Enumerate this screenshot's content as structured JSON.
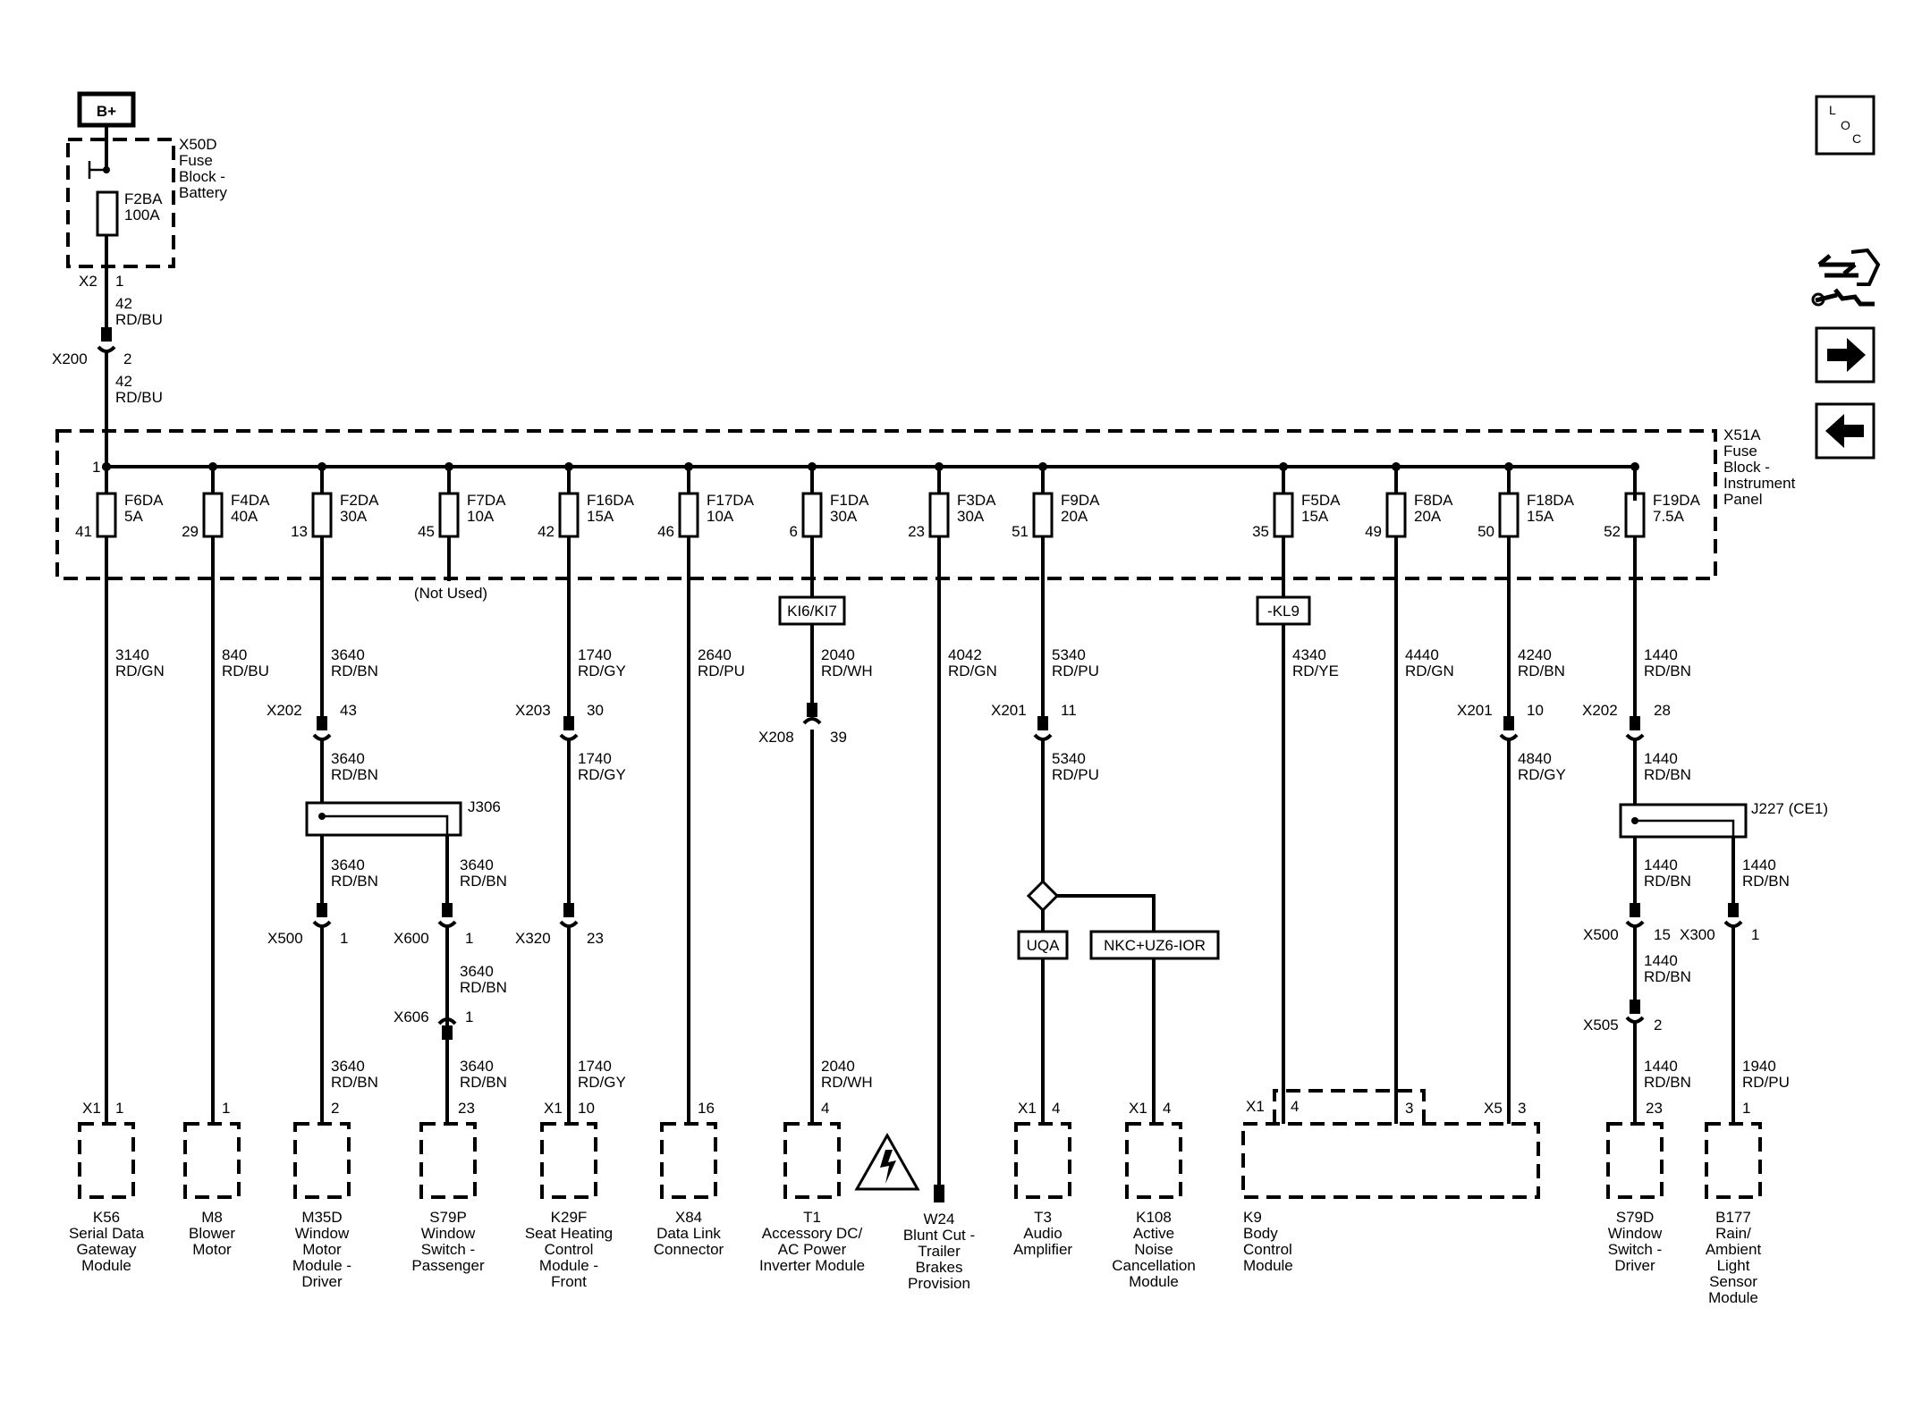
{
  "battery": {
    "label": "B+"
  },
  "fuse_block_battery": {
    "lines": [
      "X50D",
      "Fuse",
      "Block -",
      "Battery"
    ],
    "fuse_id": "F2BA",
    "fuse_rating": "100A"
  },
  "feed": {
    "x2_conn": "X2",
    "x2_pin": "1",
    "wire1_gauge": "42",
    "wire1_color": "RD/BU",
    "x200_conn": "X200",
    "x200_pin": "2",
    "wire2_gauge": "42",
    "wire2_color": "RD/BU"
  },
  "fuse_block_ip": {
    "lines": [
      "X51A",
      "Fuse",
      "Block -",
      "Instrument",
      "Panel"
    ],
    "bus_pin": "1"
  },
  "fuses": [
    {
      "id": "F6DA",
      "rating": "5A",
      "pin": "41"
    },
    {
      "id": "F4DA",
      "rating": "40A",
      "pin": "29"
    },
    {
      "id": "F2DA",
      "rating": "30A",
      "pin": "13"
    },
    {
      "id": "F7DA",
      "rating": "10A",
      "pin": "45"
    },
    {
      "id": "F16DA",
      "rating": "15A",
      "pin": "42"
    },
    {
      "id": "F17DA",
      "rating": "10A",
      "pin": "46"
    },
    {
      "id": "F1DA",
      "rating": "30A",
      "pin": "6"
    },
    {
      "id": "F3DA",
      "rating": "30A",
      "pin": "23"
    },
    {
      "id": "F9DA",
      "rating": "20A",
      "pin": "51"
    },
    {
      "id": "F5DA",
      "rating": "15A",
      "pin": "35"
    },
    {
      "id": "F8DA",
      "rating": "20A",
      "pin": "49"
    },
    {
      "id": "F18DA",
      "rating": "15A",
      "pin": "50"
    },
    {
      "id": "F19DA",
      "rating": "7.5A",
      "pin": "52"
    }
  ],
  "not_used": "(Not Used)",
  "options": {
    "ki": "KI6/KI7",
    "kl9": "-KL9",
    "uqa": "UQA",
    "nkc": "NKC+UZ6-IOR"
  },
  "wires": {
    "w3140": [
      "3140",
      "RD/GN"
    ],
    "w840": [
      "840",
      "RD/BU"
    ],
    "w3640a": [
      "3640",
      "RD/BN"
    ],
    "w3640b": [
      "3640",
      "RD/BN"
    ],
    "w3640c": [
      "3640",
      "RD/BN"
    ],
    "w3640d": [
      "3640",
      "RD/BN"
    ],
    "w3640e": [
      "3640",
      "RD/BN"
    ],
    "w3640f": [
      "3640",
      "RD/BN"
    ],
    "w3640g": [
      "3640",
      "RD/BN"
    ],
    "w1740a": [
      "1740",
      "RD/GY"
    ],
    "w1740b": [
      "1740",
      "RD/GY"
    ],
    "w1740c": [
      "1740",
      "RD/GY"
    ],
    "w2640": [
      "2640",
      "RD/PU"
    ],
    "w2040a": [
      "2040",
      "RD/WH"
    ],
    "w2040b": [
      "2040",
      "RD/WH"
    ],
    "w4042": [
      "4042",
      "RD/GN"
    ],
    "w5340a": [
      "5340",
      "RD/PU"
    ],
    "w5340b": [
      "5340",
      "RD/PU"
    ],
    "w4340": [
      "4340",
      "RD/YE"
    ],
    "w4440": [
      "4440",
      "RD/GN"
    ],
    "w4240": [
      "4240",
      "RD/BN"
    ],
    "w4840": [
      "4840",
      "RD/GY"
    ],
    "w1440a": [
      "1440",
      "RD/BN"
    ],
    "w1440b": [
      "1440",
      "RD/BN"
    ],
    "w1440c": [
      "1440",
      "RD/BN"
    ],
    "w1440d": [
      "1440",
      "RD/BN"
    ],
    "w1440e": [
      "1440",
      "RD/BN"
    ],
    "w1440f": [
      "1440",
      "RD/BN"
    ],
    "w1940": [
      "1940",
      "RD/PU"
    ]
  },
  "inline_connectors": {
    "x202a": [
      "X202",
      "43"
    ],
    "x203": [
      "X203",
      "30"
    ],
    "x208": [
      "X208",
      "39"
    ],
    "x201a": [
      "X201",
      "11"
    ],
    "x201b": [
      "X201",
      "10"
    ],
    "x202b": [
      "X202",
      "28"
    ],
    "x500a": [
      "X500",
      "1"
    ],
    "x600": [
      "X600",
      "1"
    ],
    "x606": [
      "X606",
      "1"
    ],
    "x320": [
      "X320",
      "23"
    ],
    "x500b": [
      "X500",
      "15"
    ],
    "x300": [
      "X300",
      "1"
    ],
    "x505": [
      "X505",
      "2"
    ]
  },
  "splices": {
    "j306": "J306",
    "j227": "J227  (CE1)"
  },
  "component_pins": {
    "k56": [
      "X1",
      "1"
    ],
    "m8": "1",
    "m35d": "2",
    "s79p": "23",
    "k29f": [
      "X1",
      "10"
    ],
    "x84": "16",
    "t1": "4",
    "t3": [
      "X1",
      "4"
    ],
    "k108": [
      "X1",
      "4"
    ],
    "k9_x1": [
      "X1",
      "4"
    ],
    "k9_mid": "3",
    "k9_x5": [
      "X5",
      "3"
    ],
    "s79d": "23",
    "b177": "1"
  },
  "components": {
    "k56": [
      "K56",
      "Serial Data",
      "Gateway",
      "Module"
    ],
    "m8": [
      "M8",
      "Blower",
      "Motor"
    ],
    "m35d": [
      "M35D",
      "Window",
      "Motor",
      "Module -",
      "Driver"
    ],
    "s79p": [
      "S79P",
      "Window",
      "Switch -",
      "Passenger"
    ],
    "k29f": [
      "K29F",
      "Seat Heating",
      "Control",
      "Module -",
      "Front"
    ],
    "x84": [
      "X84",
      "Data Link",
      "Connector"
    ],
    "t1": [
      "T1",
      "Accessory DC/",
      "AC Power",
      "Inverter Module"
    ],
    "w24": [
      "W24",
      "Blunt Cut -",
      "Trailer",
      "Brakes",
      "Provision"
    ],
    "t3": [
      "T3",
      "Audio",
      "Amplifier"
    ],
    "k108": [
      "K108",
      "Active",
      "Noise",
      "Cancellation",
      "Module"
    ],
    "k9": [
      "K9",
      "Body",
      "Control",
      "Module"
    ],
    "s79d": [
      "S79D",
      "Window",
      "Switch -",
      "Driver"
    ],
    "b177": [
      "B177",
      "Rain/",
      "Ambient",
      "Light",
      "Sensor",
      "Module"
    ]
  },
  "nav": {
    "loc": [
      "L",
      "O",
      "C"
    ]
  },
  "icons": {
    "nav_diag": "wrench-vehicle-icon",
    "next": "arrow-right-icon",
    "prev": "arrow-left-icon"
  }
}
